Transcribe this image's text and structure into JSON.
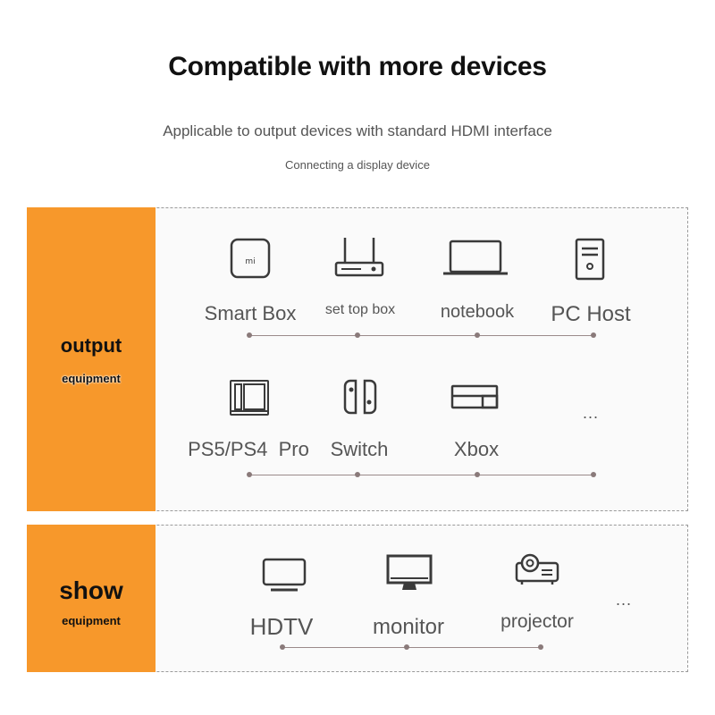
{
  "header": {
    "title": "Compatible with more devices",
    "subtitle": "Applicable to output devices with standard HDMI interface",
    "subsubtitle": "Connecting a display device"
  },
  "output_section": {
    "title": "output",
    "subtitle": "equipment",
    "row1": [
      "Smart Box",
      "set top box",
      "notebook",
      "PC Host"
    ],
    "row2": [
      "PS5/PS4  Pro",
      "Switch",
      "Xbox"
    ],
    "more": "...",
    "smart_box_logo": "mi"
  },
  "show_section": {
    "title": "show",
    "subtitle": "equipment",
    "items": [
      "HDTV",
      "monitor",
      "projector"
    ],
    "more": "..."
  },
  "colors": {
    "accent": "#f7982b",
    "icon": "#3a3a3a",
    "text": "#555555"
  },
  "icons": [
    "smart-box-icon",
    "set-top-box-icon",
    "notebook-icon",
    "pc-host-icon",
    "ps5-icon",
    "switch-icon",
    "xbox-icon",
    "hdtv-icon",
    "monitor-icon",
    "projector-icon"
  ]
}
